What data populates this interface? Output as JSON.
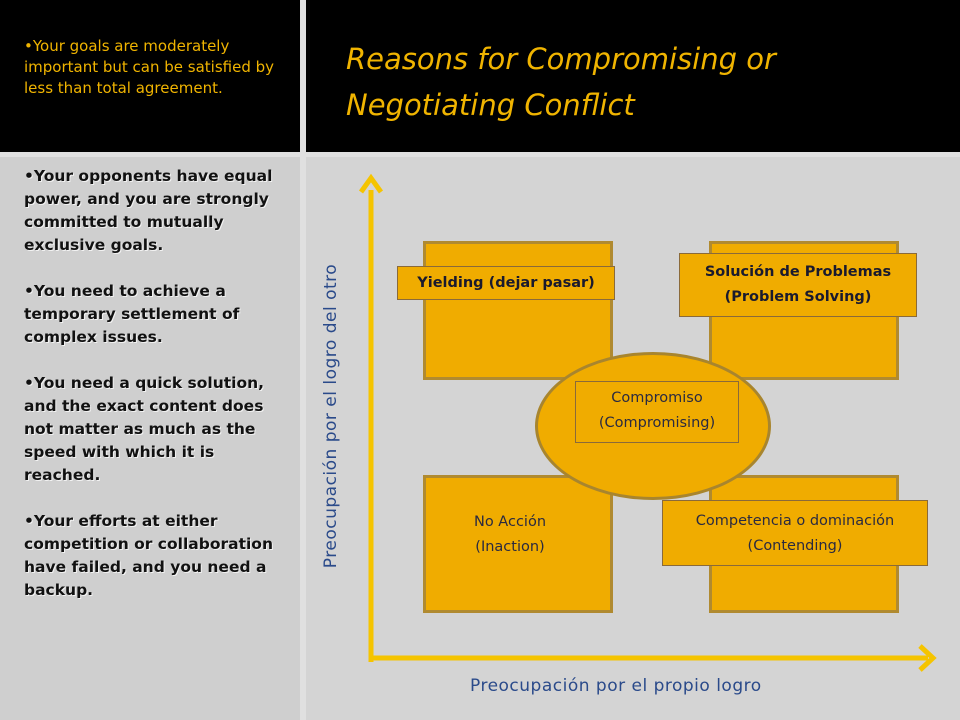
{
  "title": {
    "line1": "Reasons for Compromising or",
    "line2": "Negotiating Conflict"
  },
  "left_top": {
    "bullet": "•Your goals are moderately important but can be satisfied by less than total agreement."
  },
  "left_bullets": [
    "•Your opponents have equal power, and you are strongly committed to mutually exclusive goals.",
    "•You need to achieve a temporary settlement of complex issues.",
    "•You need a quick solution, and the exact content does not matter as much as the speed with which it is reached.",
    "•Your efforts at either competition or collaboration have failed, and you need a backup."
  ],
  "quadrants": {
    "yielding": "Yielding (dejar pasar)",
    "problem_solving_line1": "Solución  de Problemas",
    "problem_solving_line2": "(Problem Solving)",
    "compromise_line1": "Compromiso",
    "compromise_line2": "(Compromising)",
    "inaction_line1": "No Acción",
    "inaction_line2": "(Inaction)",
    "contending_line1": "Competencia  o dominación",
    "contending_line2": "(Contending)"
  },
  "axes": {
    "y_label": "Preocupación por el logro del otro",
    "x_label": "Preocupación por el  propio logro"
  },
  "colors": {
    "accent": "#f0b400",
    "box_fill": "#f0ac00",
    "axis_text": "#2a4a8a",
    "arrow": "#f5c400"
  }
}
